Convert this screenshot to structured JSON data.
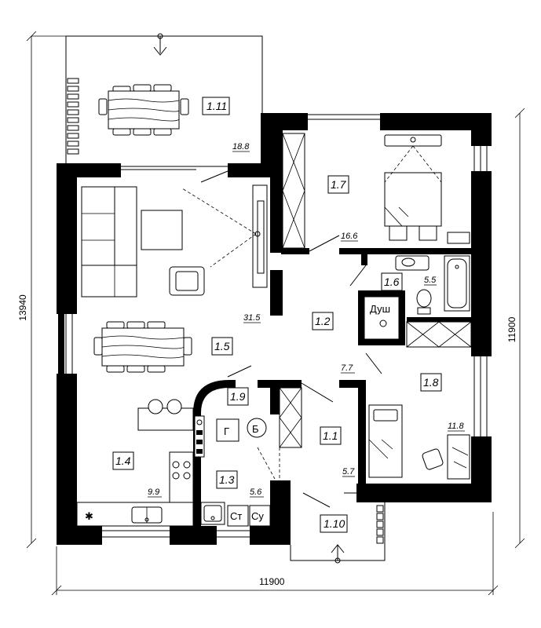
{
  "rooms": [
    {
      "id": "1.1",
      "area": "5.7"
    },
    {
      "id": "1.2",
      "area": "7.7"
    },
    {
      "id": "1.3",
      "area": "5.6"
    },
    {
      "id": "1.4",
      "area": "9.9"
    },
    {
      "id": "1.5",
      "area": "31.5"
    },
    {
      "id": "1.6",
      "area": "5.5"
    },
    {
      "id": "1.7",
      "area": "16.6"
    },
    {
      "id": "1.8",
      "area": "11.8"
    },
    {
      "id": "1.9",
      "area": ""
    },
    {
      "id": "1.10",
      "area": ""
    },
    {
      "id": "1.11",
      "area": "18.8"
    }
  ],
  "fixtures": {
    "shower": "Душ",
    "gas": "Г",
    "boiler": "Б",
    "washer": "Ст",
    "dryer": "Су",
    "vent": "✱"
  },
  "dimensions": {
    "bottom_width": "11900",
    "left_height": "13940",
    "right_height": "11900"
  }
}
